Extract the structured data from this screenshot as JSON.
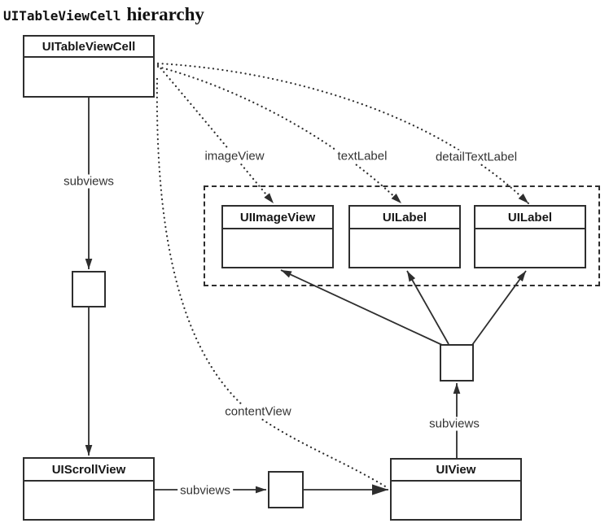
{
  "title": {
    "code": "UITableViewCell",
    "rest": "hierarchy"
  },
  "colors": {
    "ink": "#2e2e2e",
    "background": "#ffffff"
  },
  "boxes": {
    "tableViewCell": {
      "label": "UITableViewCell"
    },
    "scrollView": {
      "label": "UIScrollView"
    },
    "view": {
      "label": "UIView"
    },
    "imageView": {
      "label": "UIImageView"
    },
    "label1": {
      "label": "UILabel"
    },
    "label2": {
      "label": "UILabel"
    }
  },
  "connector_labels": {
    "subviews_left": "subviews",
    "subviews_bottom": "subviews",
    "subviews_center": "subviews",
    "imageView": "imageView",
    "textLabel": "textLabel",
    "detailTextLabel": "detailTextLabel",
    "contentView": "contentView"
  }
}
